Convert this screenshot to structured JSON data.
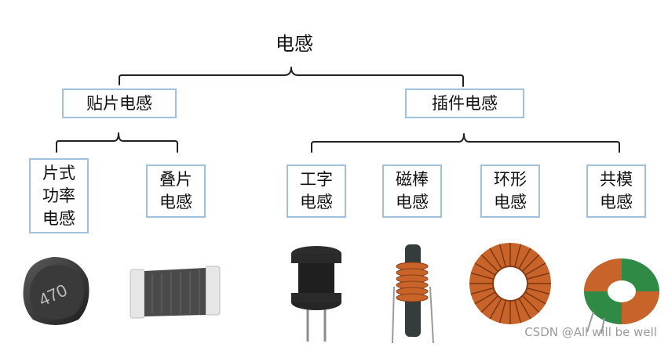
{
  "root": {
    "label": "电感"
  },
  "categories": [
    {
      "label": "贴片电感"
    },
    {
      "label": "插件电感"
    }
  ],
  "leaves": [
    {
      "line1": "片式",
      "line2": "功率",
      "line3": "电感"
    },
    {
      "line1": "叠片",
      "line2": "电感"
    },
    {
      "line1": "工字",
      "line2": "电感"
    },
    {
      "line1": "磁棒",
      "line2": "电感"
    },
    {
      "line1": "环形",
      "line2": "电感"
    },
    {
      "line1": "共模",
      "line2": "电感"
    }
  ],
  "photo_labels": {
    "smd_power_marking": "470"
  },
  "watermark": "CSDN @All will be well",
  "colors": {
    "box_border": "#9fc1de",
    "bracket": "#222222",
    "copper": "#c8642a"
  }
}
